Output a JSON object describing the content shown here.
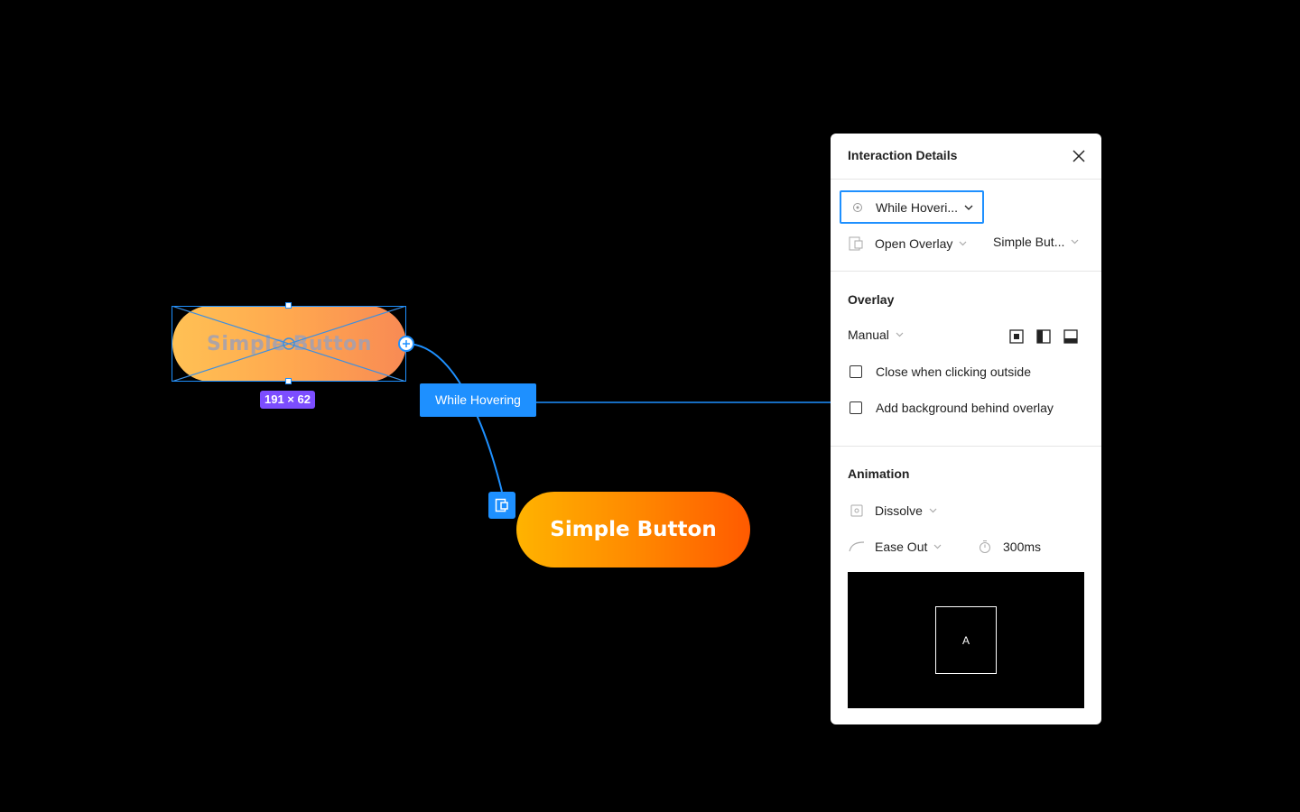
{
  "canvas": {
    "source_button": {
      "label": "Simple Button"
    },
    "dimension_badge": "191 × 62",
    "connection_label": "While Hovering",
    "destination_button": {
      "label": "Simple Button"
    }
  },
  "panel": {
    "title": "Interaction Details",
    "trigger": {
      "value": "While Hoveri..."
    },
    "action": {
      "value": "Open Overlay",
      "destination": "Simple But..."
    },
    "overlay": {
      "title": "Overlay",
      "position": "Manual",
      "close_outside_label": "Close when clicking outside",
      "close_outside_checked": false,
      "background_label": "Add background behind overlay",
      "background_checked": false
    },
    "animation": {
      "title": "Animation",
      "type": "Dissolve",
      "easing": "Ease Out",
      "duration": "300ms",
      "preview_label": "A"
    }
  },
  "colors": {
    "accent": "#1e90ff",
    "badge": "#7c4dff",
    "dest_gradient_start": "#ffb300",
    "dest_gradient_end": "#ff5a00"
  }
}
